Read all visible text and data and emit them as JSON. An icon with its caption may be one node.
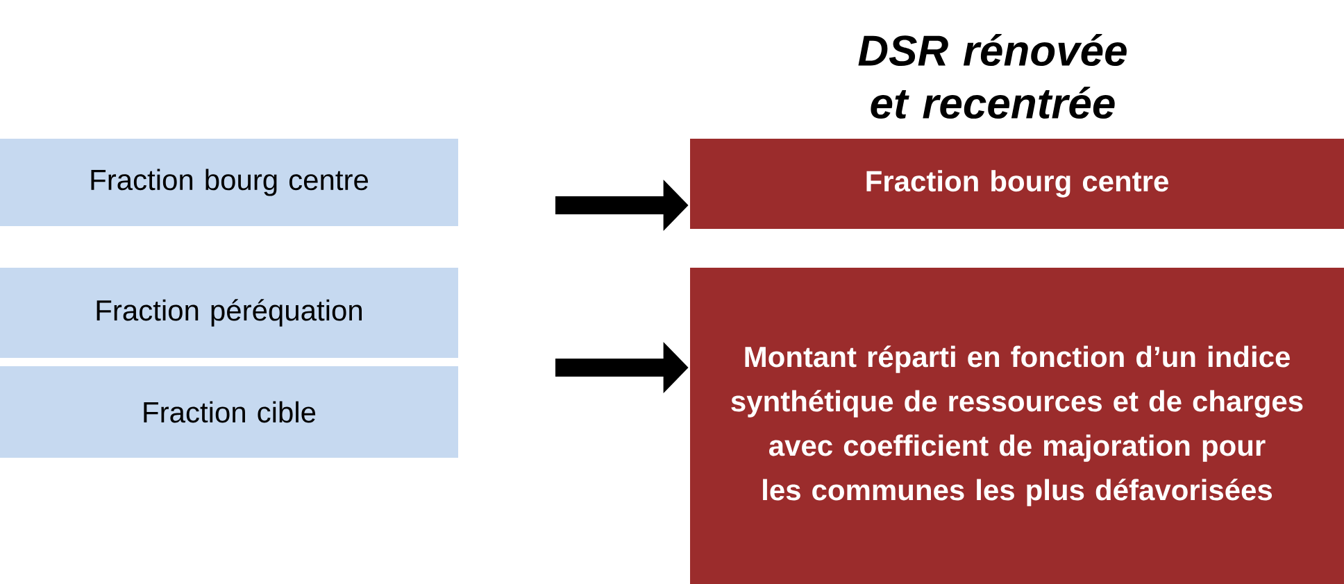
{
  "diagram": {
    "title": "DSR rénovée et recentrée",
    "nodes": [
      {
        "text": [
          "Fraction bourg centre"
        ]
      },
      {
        "text": [
          "Fraction péréquation"
        ]
      },
      {
        "text": [
          "Fraction cible"
        ]
      },
      {
        "text": [
          "Fraction bourg centre"
        ]
      },
      {
        "text": [
          "Montant réparti en fonction d’un indice synthétique de ressources et de charges avec coefficient de majoration pour les communes les plus défavorisées"
        ]
      }
    ],
    "edges": [
      {
        "from": null,
        "to": 3,
        "arrow": "to"
      },
      {
        "from": null,
        "to": 4,
        "arrow": "to"
      }
    ]
  }
}
